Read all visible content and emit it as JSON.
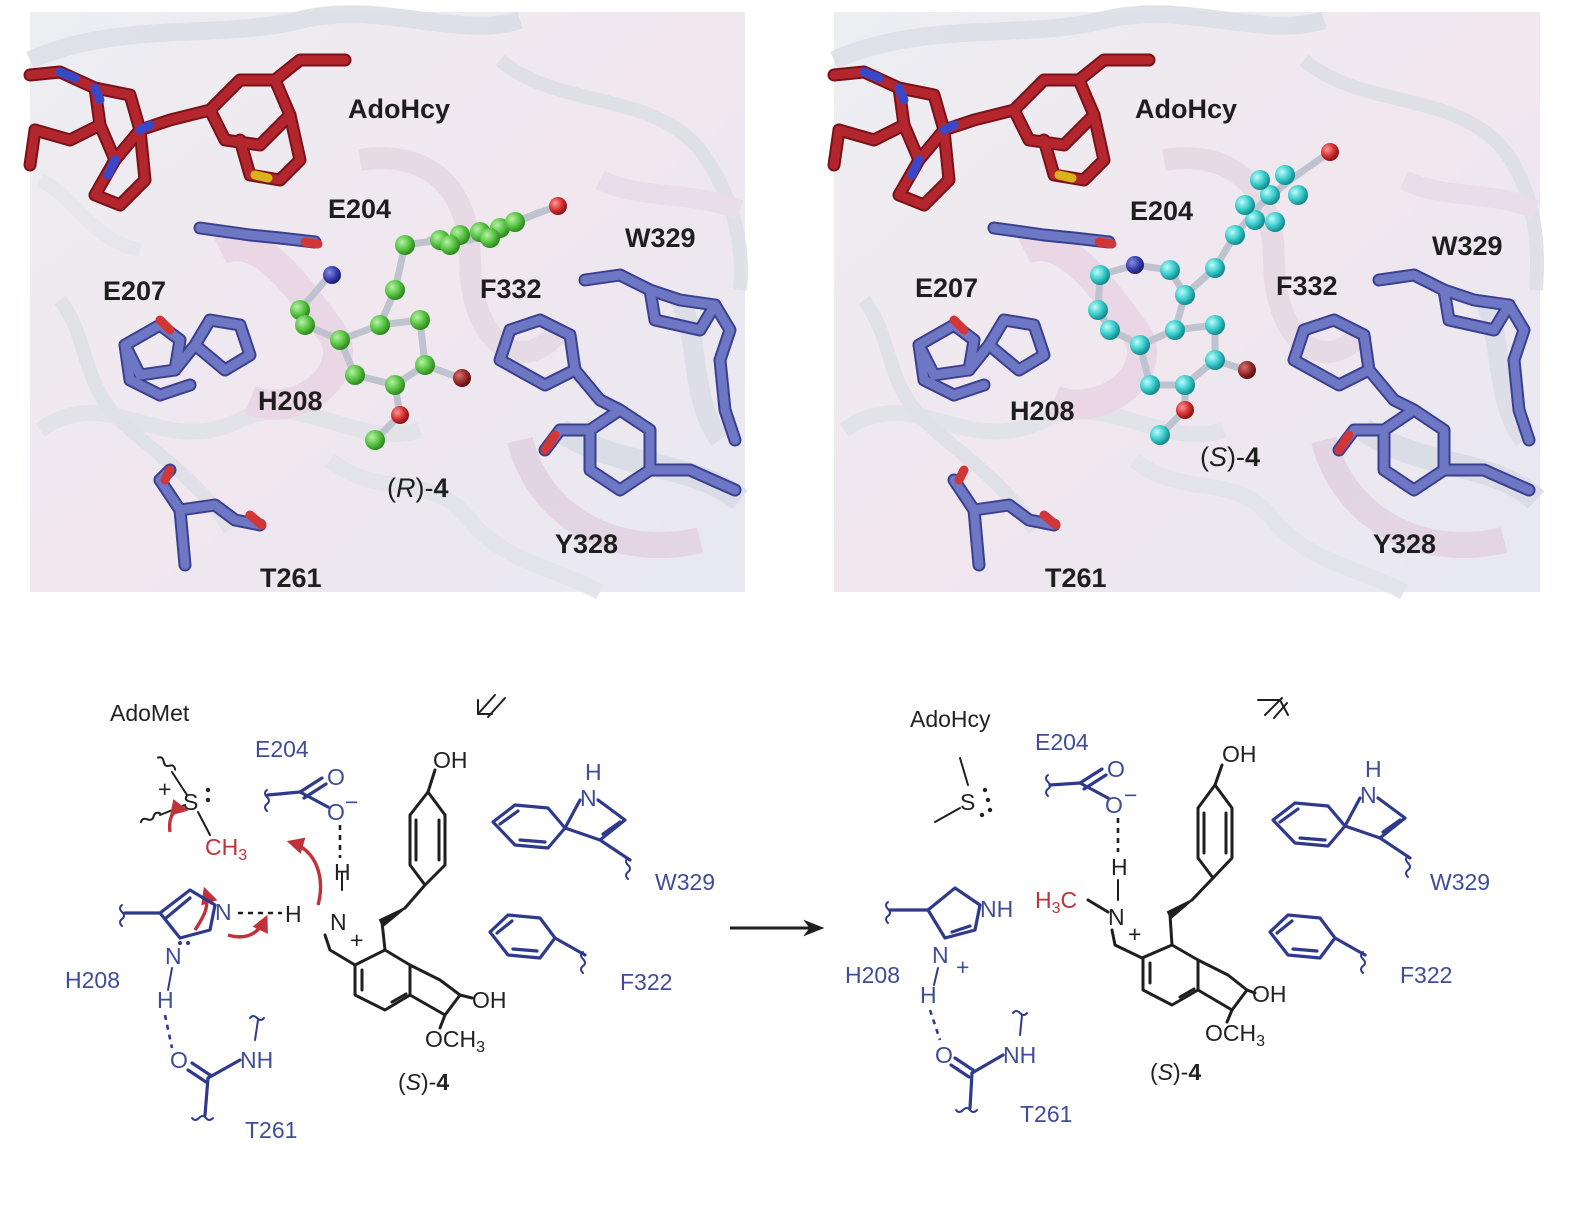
{
  "panel_left": {
    "labels": {
      "adohcy": "AdoHcy",
      "e204": "E204",
      "w329": "W329",
      "e207": "E207",
      "f332": "F332",
      "h208": "H208",
      "ligand_prefix": "(",
      "ligand_stereo": "R",
      "ligand_suffix": ")-",
      "ligand_num": "4",
      "y328": "Y328",
      "t261": "T261"
    }
  },
  "panel_right": {
    "labels": {
      "adohcy": "AdoHcy",
      "e204": "E204",
      "w329": "W329",
      "e207": "E207",
      "f332": "F332",
      "h208": "H208",
      "ligand_prefix": "(",
      "ligand_stereo": "S",
      "ligand_suffix": ")-",
      "ligand_num": "4",
      "y328": "Y328",
      "t261": "T261"
    }
  },
  "mechanism_left": {
    "cofactor": "AdoMet",
    "e204": "E204",
    "w329": "W329",
    "f322": "F322",
    "h208": "H208",
    "t261": "T261",
    "ligand_prefix": "(",
    "ligand_stereo": "S",
    "ligand_suffix": ")-",
    "ligand_num": "4"
  },
  "mechanism_right": {
    "cofactor": "AdoHcy",
    "e204": "E204",
    "w329": "W329",
    "f322": "F322",
    "h208": "H208",
    "t261": "T261",
    "ligand_prefix": "(",
    "ligand_stereo": "S",
    "ligand_suffix": ")-",
    "ligand_num": "4"
  },
  "atoms": {
    "oh": "OH",
    "o": "O",
    "o_minus": "O",
    "minus": "−",
    "s": "S",
    "plus": "+",
    "ch": "CH",
    "h3": "H",
    "c": "C",
    "three": "3",
    "n": "N",
    "h": "H",
    "nh": "NH",
    "och": "OCH"
  },
  "colors": {
    "residue_blue": "#5b64b4",
    "adohcy_red": "#a8232c",
    "ligand_green": "#5cc846",
    "ligand_cyan": "#3ecfcf",
    "arrow_red": "#c0323a",
    "scheme_blue": "#2f3a8c"
  }
}
